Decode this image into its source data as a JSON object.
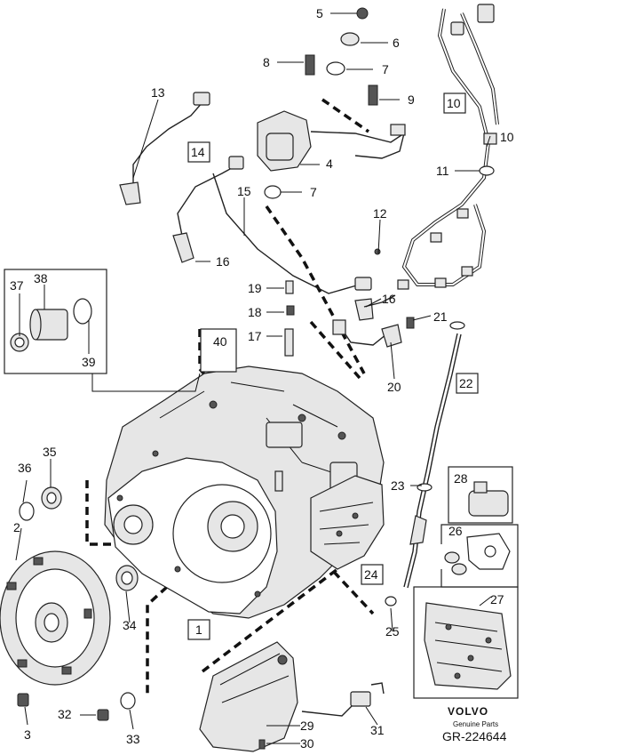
{
  "diagram": {
    "callouts": [
      {
        "id": "c1",
        "label": "1"
      },
      {
        "id": "c2",
        "label": "2"
      },
      {
        "id": "c3",
        "label": "3"
      },
      {
        "id": "c4",
        "label": "4"
      },
      {
        "id": "c5",
        "label": "5"
      },
      {
        "id": "c6",
        "label": "6"
      },
      {
        "id": "c7a",
        "label": "7"
      },
      {
        "id": "c7b",
        "label": "7"
      },
      {
        "id": "c8",
        "label": "8"
      },
      {
        "id": "c9",
        "label": "9"
      },
      {
        "id": "c10a",
        "label": "10"
      },
      {
        "id": "c10b",
        "label": "10"
      },
      {
        "id": "c11",
        "label": "11"
      },
      {
        "id": "c12",
        "label": "12"
      },
      {
        "id": "c13",
        "label": "13"
      },
      {
        "id": "c14",
        "label": "14"
      },
      {
        "id": "c15",
        "label": "15"
      },
      {
        "id": "c16a",
        "label": "16"
      },
      {
        "id": "c16b",
        "label": "16"
      },
      {
        "id": "c17",
        "label": "17"
      },
      {
        "id": "c18",
        "label": "18"
      },
      {
        "id": "c19",
        "label": "19"
      },
      {
        "id": "c20",
        "label": "20"
      },
      {
        "id": "c21",
        "label": "21"
      },
      {
        "id": "c22",
        "label": "22"
      },
      {
        "id": "c23",
        "label": "23"
      },
      {
        "id": "c24",
        "label": "24"
      },
      {
        "id": "c25",
        "label": "25"
      },
      {
        "id": "c26",
        "label": "26"
      },
      {
        "id": "c27",
        "label": "27"
      },
      {
        "id": "c28",
        "label": "28"
      },
      {
        "id": "c29",
        "label": "29"
      },
      {
        "id": "c30",
        "label": "30"
      },
      {
        "id": "c31",
        "label": "31"
      },
      {
        "id": "c32",
        "label": "32"
      },
      {
        "id": "c33",
        "label": "33"
      },
      {
        "id": "c34",
        "label": "34"
      },
      {
        "id": "c35",
        "label": "35"
      },
      {
        "id": "c36",
        "label": "36"
      },
      {
        "id": "c37",
        "label": "37"
      },
      {
        "id": "c38",
        "label": "38"
      },
      {
        "id": "c39",
        "label": "39"
      },
      {
        "id": "c40",
        "label": "40"
      }
    ],
    "brand": "VOLVO",
    "brand_sub": "Genuine Parts",
    "reference": "GR-224644"
  }
}
